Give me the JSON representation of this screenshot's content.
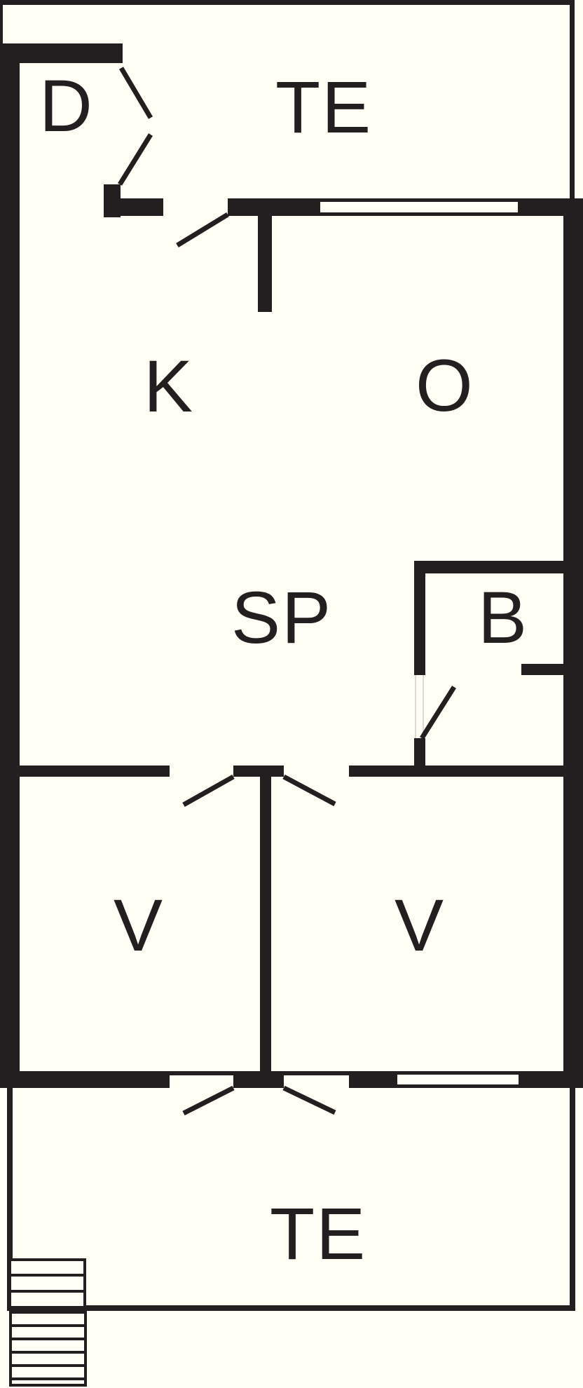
{
  "diagram": {
    "type": "floor-plan",
    "background_color": "#fffff6",
    "line_color": "#231f20",
    "rooms": [
      {
        "id": "d",
        "label": "D"
      },
      {
        "id": "te-top",
        "label": "TE"
      },
      {
        "id": "k",
        "label": "K"
      },
      {
        "id": "o",
        "label": "O"
      },
      {
        "id": "sp",
        "label": "SP"
      },
      {
        "id": "b",
        "label": "B"
      },
      {
        "id": "v-left",
        "label": "V"
      },
      {
        "id": "v-right",
        "label": "V"
      },
      {
        "id": "te-bottom",
        "label": "TE"
      }
    ]
  }
}
